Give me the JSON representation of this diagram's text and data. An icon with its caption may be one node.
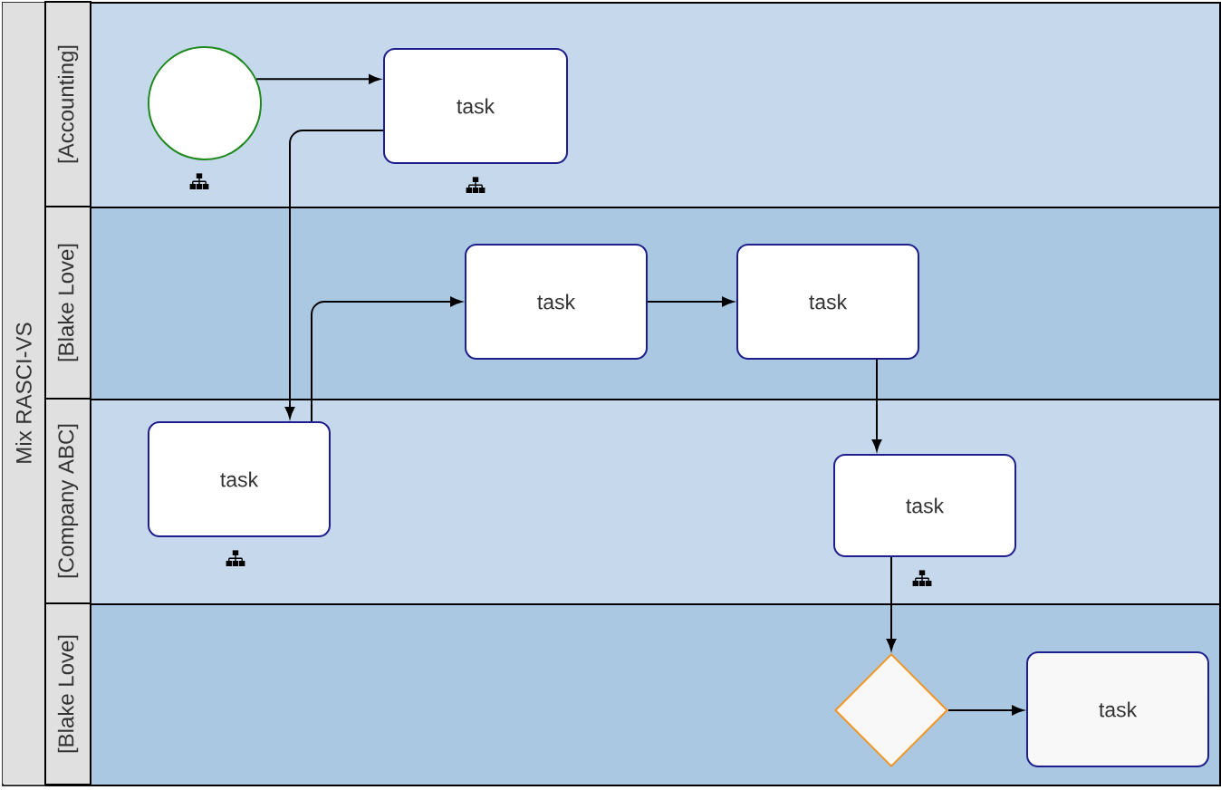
{
  "diagram": {
    "nodes": [
      {
        "text": [
          "Mix RASCI-VS"
        ]
      },
      {
        "text": [
          "[Accounting]"
        ],
        "in": 0
      },
      {
        "text": [
          "[Blake Love]"
        ],
        "in": 0
      },
      {
        "text": [
          "[Company ABC]"
        ],
        "in": 0
      },
      {
        "text": [
          "[Blake Love]"
        ],
        "in": 0
      },
      {
        "text": [],
        "shape": "circle",
        "in": 1
      },
      {
        "text": [
          "task"
        ],
        "in": 1
      },
      {
        "text": [
          "task"
        ],
        "in": 2
      },
      {
        "text": [
          "task"
        ],
        "in": 2
      },
      {
        "text": [
          "task"
        ],
        "in": 3
      },
      {
        "text": [
          "task"
        ],
        "in": 3
      },
      {
        "text": [],
        "shape": "diamond",
        "in": 4
      },
      {
        "text": [
          "task"
        ],
        "in": 4
      }
    ],
    "edges": [
      {
        "from": 5,
        "to": 6,
        "arrow": "to"
      },
      {
        "from": 6,
        "to": 9,
        "arrow": "to"
      },
      {
        "from": 9,
        "to": 7,
        "arrow": "to"
      },
      {
        "from": 7,
        "to": 8,
        "arrow": "to"
      },
      {
        "from": 8,
        "to": 10,
        "arrow": "to"
      },
      {
        "from": 10,
        "to": 11,
        "arrow": "to"
      },
      {
        "from": 11,
        "to": 12,
        "arrow": "to"
      }
    ]
  }
}
